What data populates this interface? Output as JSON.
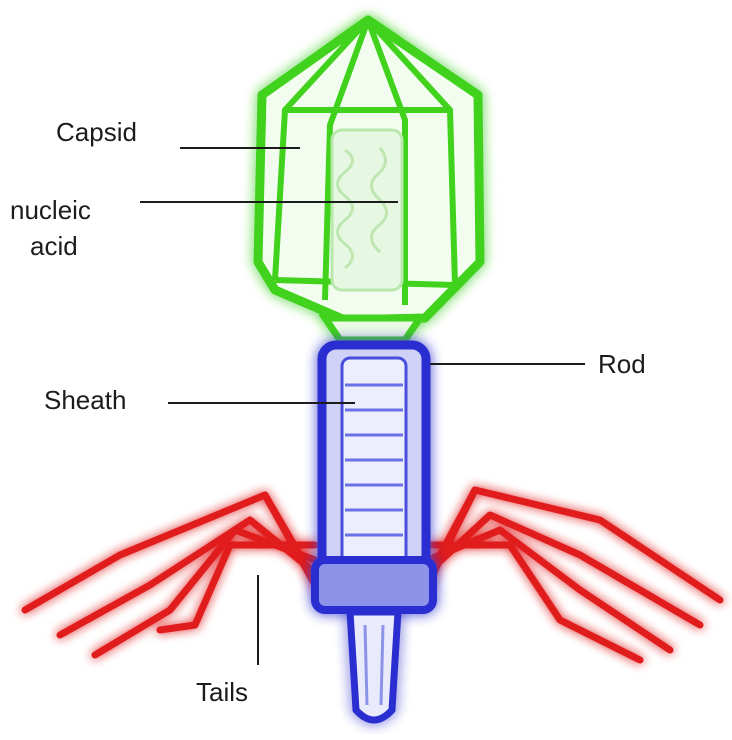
{
  "labels": {
    "capsid": "Capsid",
    "nucleic_acid_line1": "nucleic",
    "nucleic_acid_line2": "acid",
    "rod": "Rod",
    "sheath": "Sheath",
    "tails": "Tails"
  },
  "colors": {
    "capsid": "#3fd21c",
    "capsid_glow": "#9cf07a",
    "sheath": "#2a2fd0",
    "sheath_glow": "#8a8ff2",
    "tails": "#e01e1e",
    "tails_glow": "#f4a0a0",
    "leader_line": "#1c1c1c",
    "background": "#ffffff"
  }
}
